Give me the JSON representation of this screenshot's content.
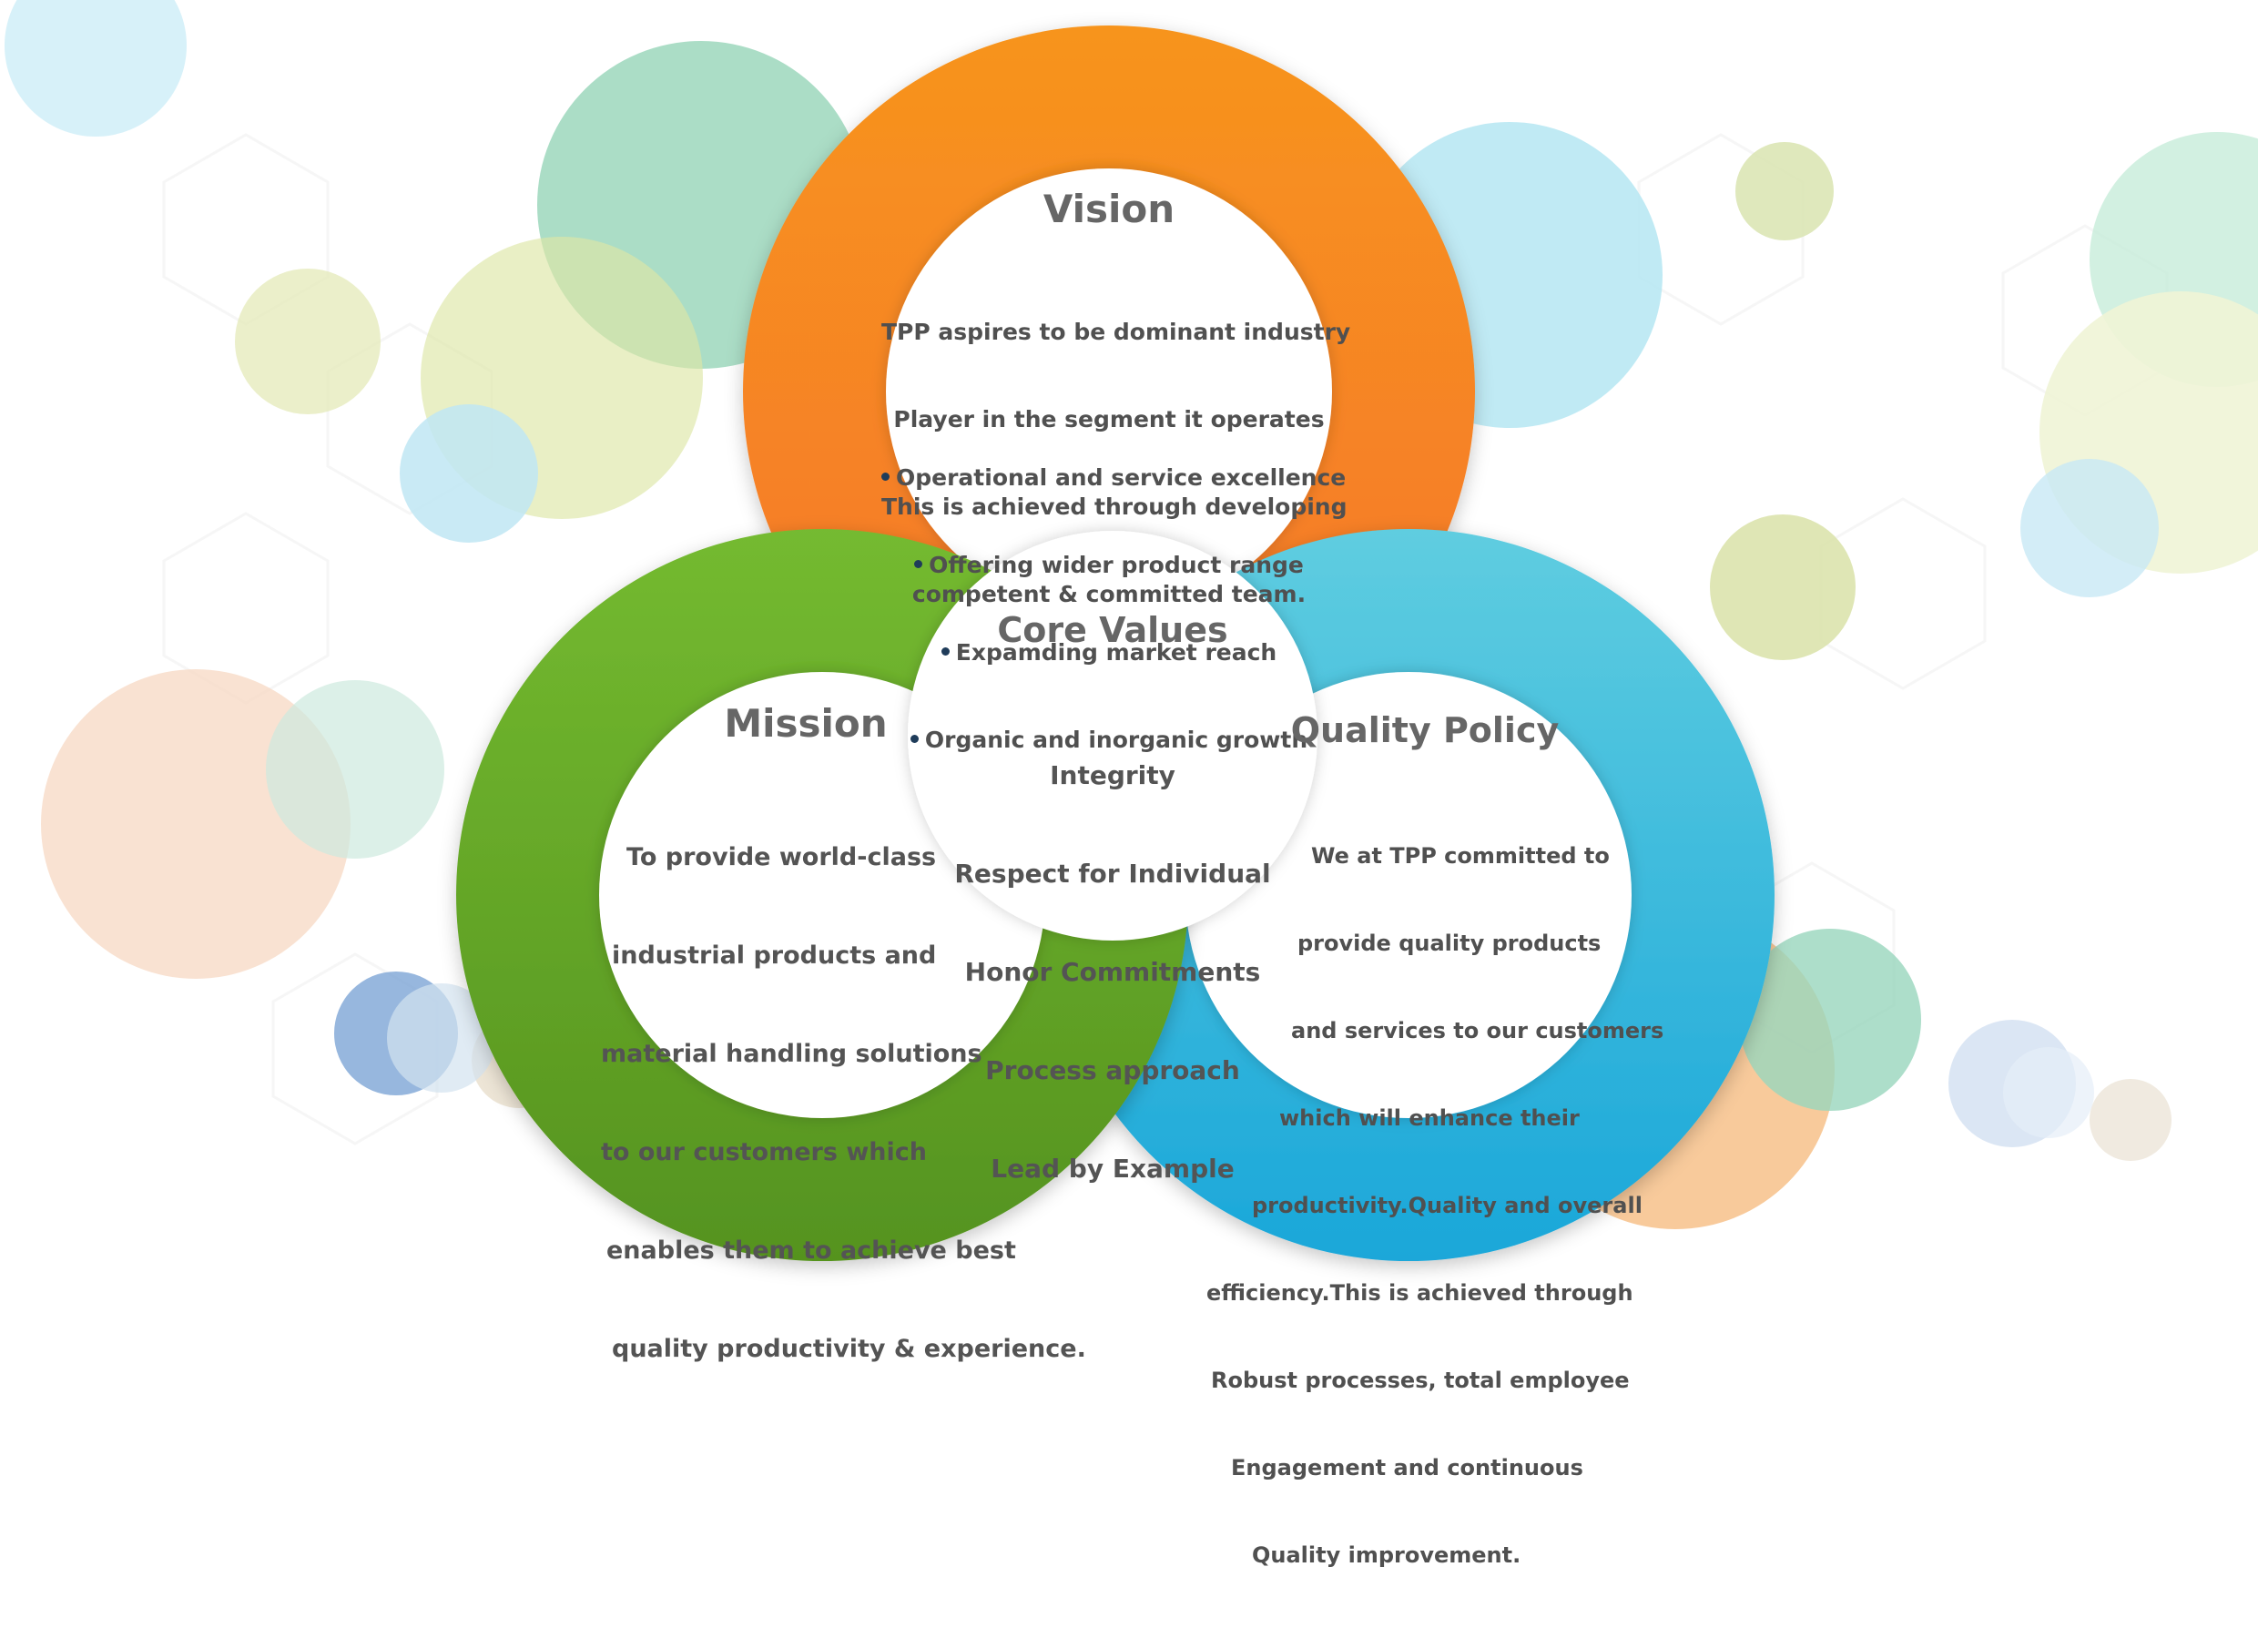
{
  "colors": {
    "vision": [
      "#f7941d",
      "#f57b2c"
    ],
    "mission": [
      "#72b72f",
      "#55931f"
    ],
    "quality": [
      "#5bcbe0",
      "#1ba8d8"
    ]
  },
  "vision": {
    "title": "Vision",
    "lines": [
      "TPP aspires to be dominant industry",
      "Player in the segment it operates",
      "This is achieved through developing",
      "competent & committed team."
    ],
    "bullets": [
      "Operational and service excellence",
      "Offering wider product range",
      "Expamding market reach",
      "Organic and inorganic growth"
    ]
  },
  "core_values": {
    "title": "Core Values",
    "items": [
      "Integrity",
      "Respect for Individual",
      "Honor Commitments",
      "Process approach",
      "Lead by Example"
    ]
  },
  "mission": {
    "title": "Mission",
    "lines": [
      "To provide world-class",
      "industrial products and",
      "material handling solutions",
      "to our customers which",
      "enables them to achieve best",
      "quality productivity & experience."
    ]
  },
  "quality_policy": {
    "title": "Quality Policy",
    "lines": [
      "We at TPP committed to",
      "provide quality products",
      "and services to our customers",
      "which will enhance their",
      "productivity.Quality and overall",
      "efficiency.This is achieved through",
      "Robust processes, total employee",
      "Engagement and continuous",
      "Quality improvement."
    ]
  }
}
